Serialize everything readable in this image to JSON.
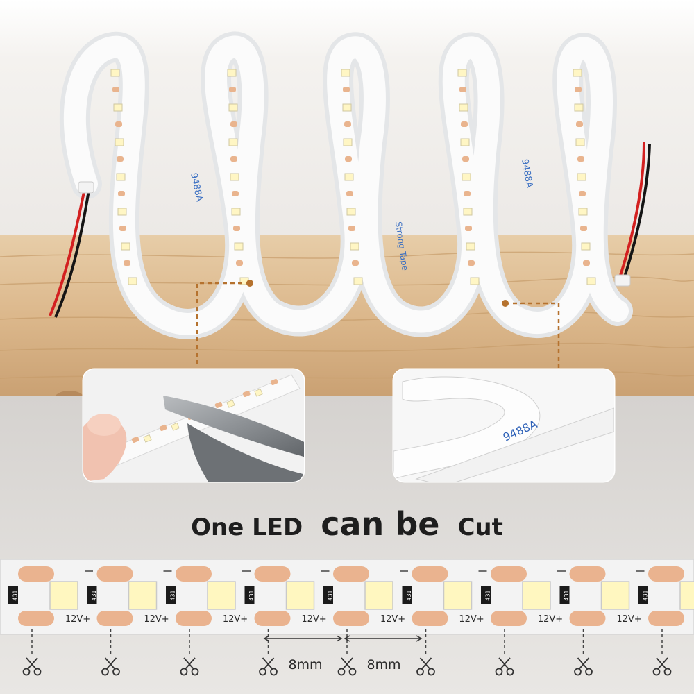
{
  "headline": {
    "part1": "One LED",
    "part2": "can be",
    "part3": "Cut"
  },
  "strip": {
    "voltage_label": "12V+",
    "resistor_label": "431",
    "segment_count": 9,
    "dimensions": [
      "8mm",
      "8mm"
    ]
  },
  "tape_print": [
    "9488A",
    "Strong Tape"
  ],
  "colors": {
    "wood": "#dcb88c",
    "wall": "#ece9e6",
    "copper_pad": "#eab38f",
    "led_chip": "#fff7c0",
    "leader_line": "#b5722e",
    "wire_red": "#d32020",
    "wire_black": "#151515"
  },
  "icons": [
    "scissors-icon"
  ]
}
